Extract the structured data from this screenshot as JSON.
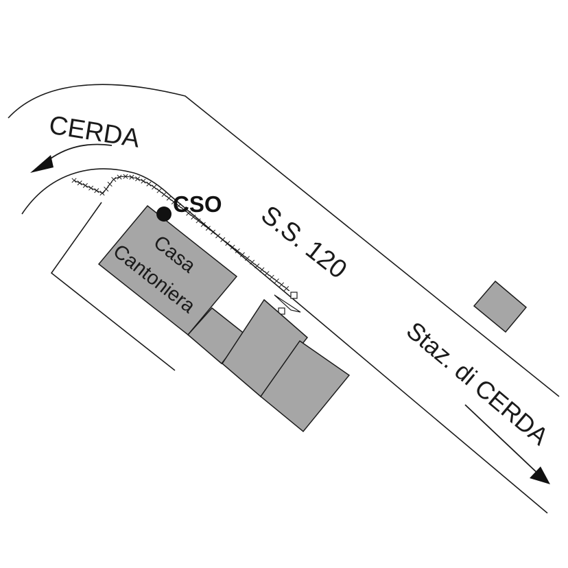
{
  "labels": {
    "cerda_direction": "CERDA",
    "cso": "CSO",
    "road_name": "S.S. 120",
    "building_line1": "Casa",
    "building_line2": "Cantoniera",
    "station_direction": "Staz. di CERDA"
  },
  "colors": {
    "building_fill": "#a6a6a6",
    "line": "#1a1a1a",
    "background": "#ffffff"
  },
  "icons": {
    "cso_marker": "filled-circle-marker",
    "direction_arrows": "arrow-head",
    "discharge_point": "open-arrow-head"
  }
}
